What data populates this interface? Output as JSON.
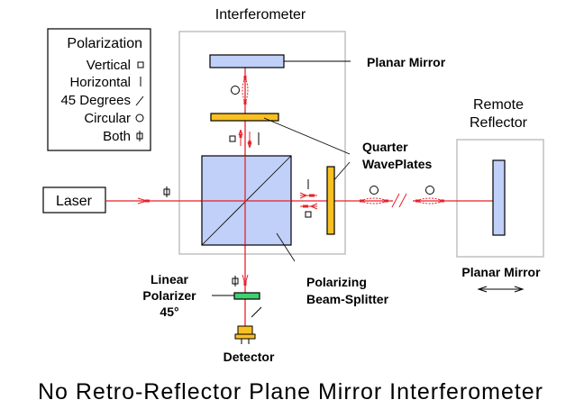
{
  "diagram": {
    "title": "No Retro-Reflector Plane Mirror Interferometer",
    "interferometer_label": "Interferometer",
    "remote_reflector_label": [
      "Remote",
      "Reflector"
    ],
    "laser_label": "Laser",
    "legend": {
      "heading": "Polarization",
      "items": [
        {
          "label": "Vertical",
          "symbol": "square-icon"
        },
        {
          "label": "Horizontal",
          "symbol": "vertical-bar-icon"
        },
        {
          "label": "45 Degrees",
          "symbol": "slash-icon"
        },
        {
          "label": "Circular",
          "symbol": "circle-icon"
        },
        {
          "label": "Both",
          "symbol": "both-icon"
        }
      ]
    },
    "callouts": {
      "planar_mirror_top": "Planar Mirror",
      "quarter_waveplates": [
        "Quarter",
        "WavePlates"
      ],
      "polarizing_beam_splitter": [
        "Polarizing",
        "Beam-Splitter"
      ],
      "linear_polarizer": [
        "Linear",
        "Polarizer",
        "45°"
      ],
      "detector": "Detector",
      "planar_mirror_remote": "Planar Mirror"
    },
    "colors": {
      "beam": "#e8202a",
      "mirror_fill": "#c0d0f8",
      "waveplate_fill": "#f8c020",
      "polarizer_fill": "#40d070",
      "box_border": "#c0c0c0"
    }
  }
}
